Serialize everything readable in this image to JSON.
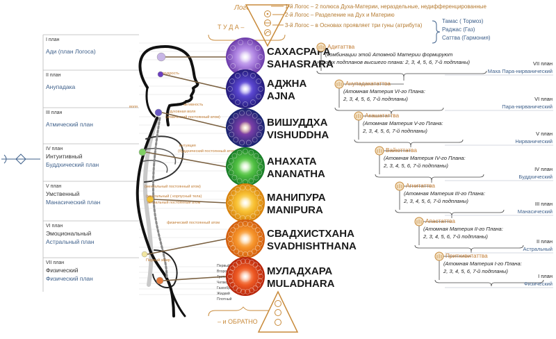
{
  "header": {
    "logos_label": "Логос",
    "logos": [
      "1-й Логос – 2 полюса Духа-Материи, нераздельные, недифференцированные",
      "2-й Логос – Разделение на Дух и Материю",
      "3-й Логос – в Основах проявляет три гуны (атрибута)"
    ],
    "gunas": [
      "Тамас ( Тормоз)",
      "Раджас (Газ)",
      "Саттва (Гармония)"
    ],
    "tuda": "Т У Д А –",
    "obratno": "– и ОБРАТНО"
  },
  "planes_left": [
    {
      "num": "I план",
      "name": "Ади (план Логоса)",
      "extra": ""
    },
    {
      "num": "II план",
      "name": "Анупадака",
      "extra": ""
    },
    {
      "num": "III план",
      "name": "Атмический план",
      "extra": ""
    },
    {
      "num": "IV план",
      "name": "Буддхический план",
      "extra": "Интуитивный"
    },
    {
      "num": "V план",
      "name": "Манасический план",
      "extra": "Умственный"
    },
    {
      "num": "VI план",
      "name": "Астральный план",
      "extra": "Эмоциональный"
    },
    {
      "num": "VII план",
      "name": "Физический план",
      "extra": "Физический"
    }
  ],
  "body_labels": [
    "мудрость",
    "воля",
    "активность",
    "духовная воля",
    "(атмический постоянный атом)",
    "интуиция",
    "(буддхический постоянный атом)",
    "(ментальный постоянный атом)",
    "(ментальный ( корпусный тела)",
    "астральный постоянный атом",
    "физический постоянный атом",
    "Первый эфир",
    "Второй эфир",
    "Третий эфир",
    "Четвертый эфир",
    "Газообразный",
    "Жидкий",
    "Плотный"
  ],
  "chakras": [
    {
      "ru": "САХАСРАРА",
      "en": "SAHASRARA",
      "color": "#8a5bc6"
    },
    {
      "ru": "АДЖНА",
      "en": "AJNA",
      "color": "#3c2a9a"
    },
    {
      "ru": "ВИШУДДХА",
      "en": "VISHUDDHA",
      "color": "#24308a"
    },
    {
      "ru": "АНАХАТА",
      "en": "ANANATHA",
      "color": "#2fa43a"
    },
    {
      "ru": "МАНИПУРА",
      "en": "MANIPURA",
      "color": "#f2a810"
    },
    {
      "ru": "СВАДХИСТХАНА",
      "en": "SVADHISHTHANA",
      "color": "#ec7a14"
    },
    {
      "ru": "МУЛАДХАРА",
      "en": "MULADHARA",
      "color": "#e03a16"
    }
  ],
  "tattvas": [
    {
      "name": "Адитаттва",
      "desc1": "(комбинации этой Атомной Материи формируют",
      "desc2": "6 нижних подпланов высшего плана: 2, 3, 4, 5, 6, 7-й подпланы)",
      "plane_num": "VII план",
      "plane_name": "Маха Пара-нирванический"
    },
    {
      "name": "Анупадакататтва",
      "desc1": "(Атомная Материя VI-го Плана:",
      "desc2": "2, 3, 4, 5, 6, 7-й подпланы)",
      "plane_num": "VI план",
      "plane_name": "Пара-нирванический"
    },
    {
      "name": "Акашататтва",
      "desc1": "(Атомная Материя V-го Плана:",
      "desc2": "2, 3, 4, 5, 6, 7-й подпланы)",
      "plane_num": "V план",
      "plane_name": "Нирванический"
    },
    {
      "name": "Вайюттатва",
      "desc1": "(Атомная Материя IV-го Плана:",
      "desc2": "2, 3, 4, 5, 6, 7-й подпланы)",
      "plane_num": "IV план",
      "plane_name": "Буддхический"
    },
    {
      "name": "Агнитаттва",
      "desc1": "(Атомная Материя III-го Плана:",
      "desc2": "2, 3, 4, 5, 6, 7-й подпланы)",
      "plane_num": "III план",
      "plane_name": "Манасический"
    },
    {
      "name": "Апастаттва",
      "desc1": "(Атомная Материя II-го Плана:",
      "desc2": "2, 3, 4, 5, 6, 7-й подпланы)",
      "plane_num": "II план",
      "plane_name": "Астральный"
    },
    {
      "name": "Притхивитаттва",
      "desc1": "(Атомная Материя I-го Плана:",
      "desc2": "2, 3, 4, 5, 6, 7-й подпланы)",
      "plane_num": "I план",
      "plane_name": "Физический"
    }
  ],
  "colors": {
    "blue_text": "#3d5f8a",
    "orange": "#c88a3a",
    "dark": "#222222",
    "line": "#9aa7b8"
  }
}
